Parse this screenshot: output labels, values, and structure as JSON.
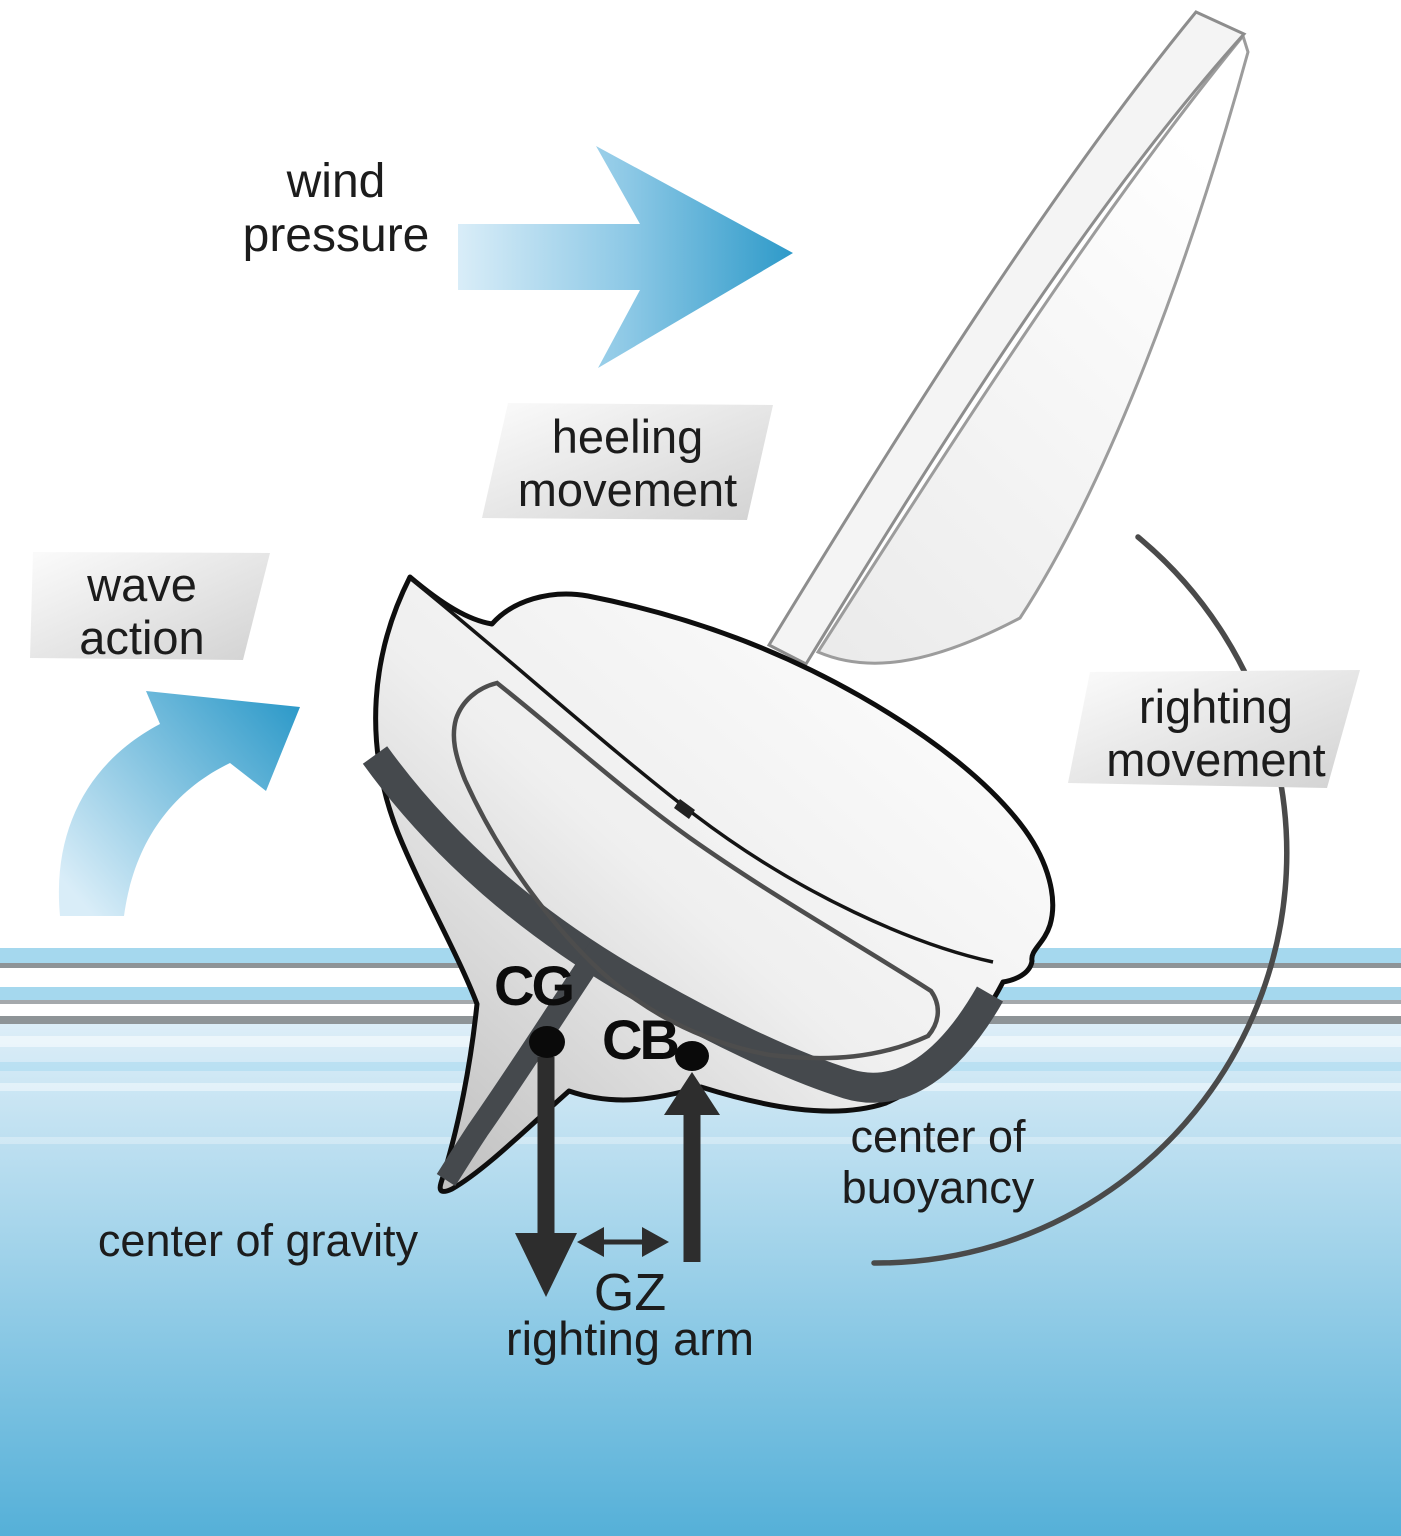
{
  "title": "sailboat heeling and righting stability diagram",
  "labels": {
    "wind_pressure": "wind\npressure",
    "heeling_movement": "heeling\nmovement",
    "wave_action": "wave\naction",
    "righting_movement": "righting\nmovement",
    "center_of_gravity": "center of gravity",
    "center_of_buoyancy": "center of\nbuoyancy",
    "gz": "GZ",
    "righting_arm": "righting arm",
    "cg": "CG",
    "cb": "CB"
  },
  "icons": {
    "wind_arrow": "thick-right-arrow",
    "wave_arrow": "curved-up-right-arrow",
    "gravity_force_arrow": "thick-down-arrow",
    "buoyancy_force_arrow": "thick-up-arrow",
    "gz_span_arrow": "double-headed-horizontal-arrow",
    "righting_arc": "clockwise-arc-line",
    "cg_point": "filled-black-dot",
    "cb_point": "filled-black-dot"
  },
  "colors": {
    "accent_blue_dark": "#2e9ac9",
    "accent_blue_mid": "#8ec9e6",
    "accent_blue_light": "#d9edf8",
    "water_top": "#ddeef8",
    "water_bottom": "#55b0d8",
    "stripe_blue": "#a5d8ee",
    "stripe_gray": "#8e9497",
    "hull_band": "#45494d",
    "force_arrow": "#2d2d2d",
    "plaque_light": "#fbfbfb",
    "plaque_dark": "#d2d2d2",
    "arc_gray": "#4a4a4a"
  }
}
